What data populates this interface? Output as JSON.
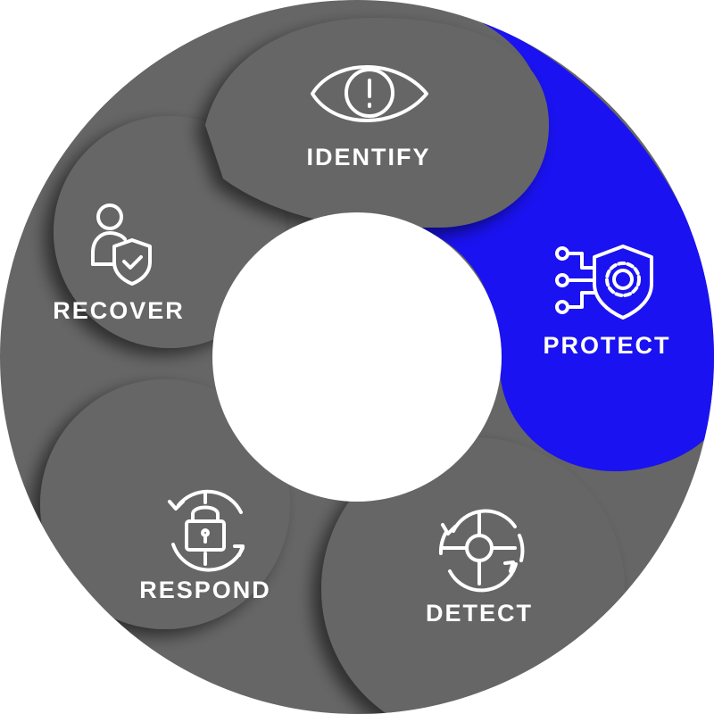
{
  "diagram": {
    "segments": [
      {
        "key": "identify",
        "label": "IDENTIFY",
        "icon": "eye-alert-icon",
        "active": false
      },
      {
        "key": "protect",
        "label": "PROTECT",
        "icon": "circuit-shield-gear-icon",
        "active": true
      },
      {
        "key": "detect",
        "label": "DETECT",
        "icon": "crosshair-target-icon",
        "active": false
      },
      {
        "key": "respond",
        "label": "RESPOND",
        "icon": "lock-cycle-icon",
        "active": false
      },
      {
        "key": "recover",
        "label": "RECOVER",
        "icon": "user-shield-check-icon",
        "active": false
      }
    ]
  },
  "colors": {
    "segment_gray": "#666666",
    "segment_active": "#1a12f0",
    "icon_text": "#ffffff",
    "center_hole": "#ffffff",
    "shadow": "#2a2a2a"
  }
}
